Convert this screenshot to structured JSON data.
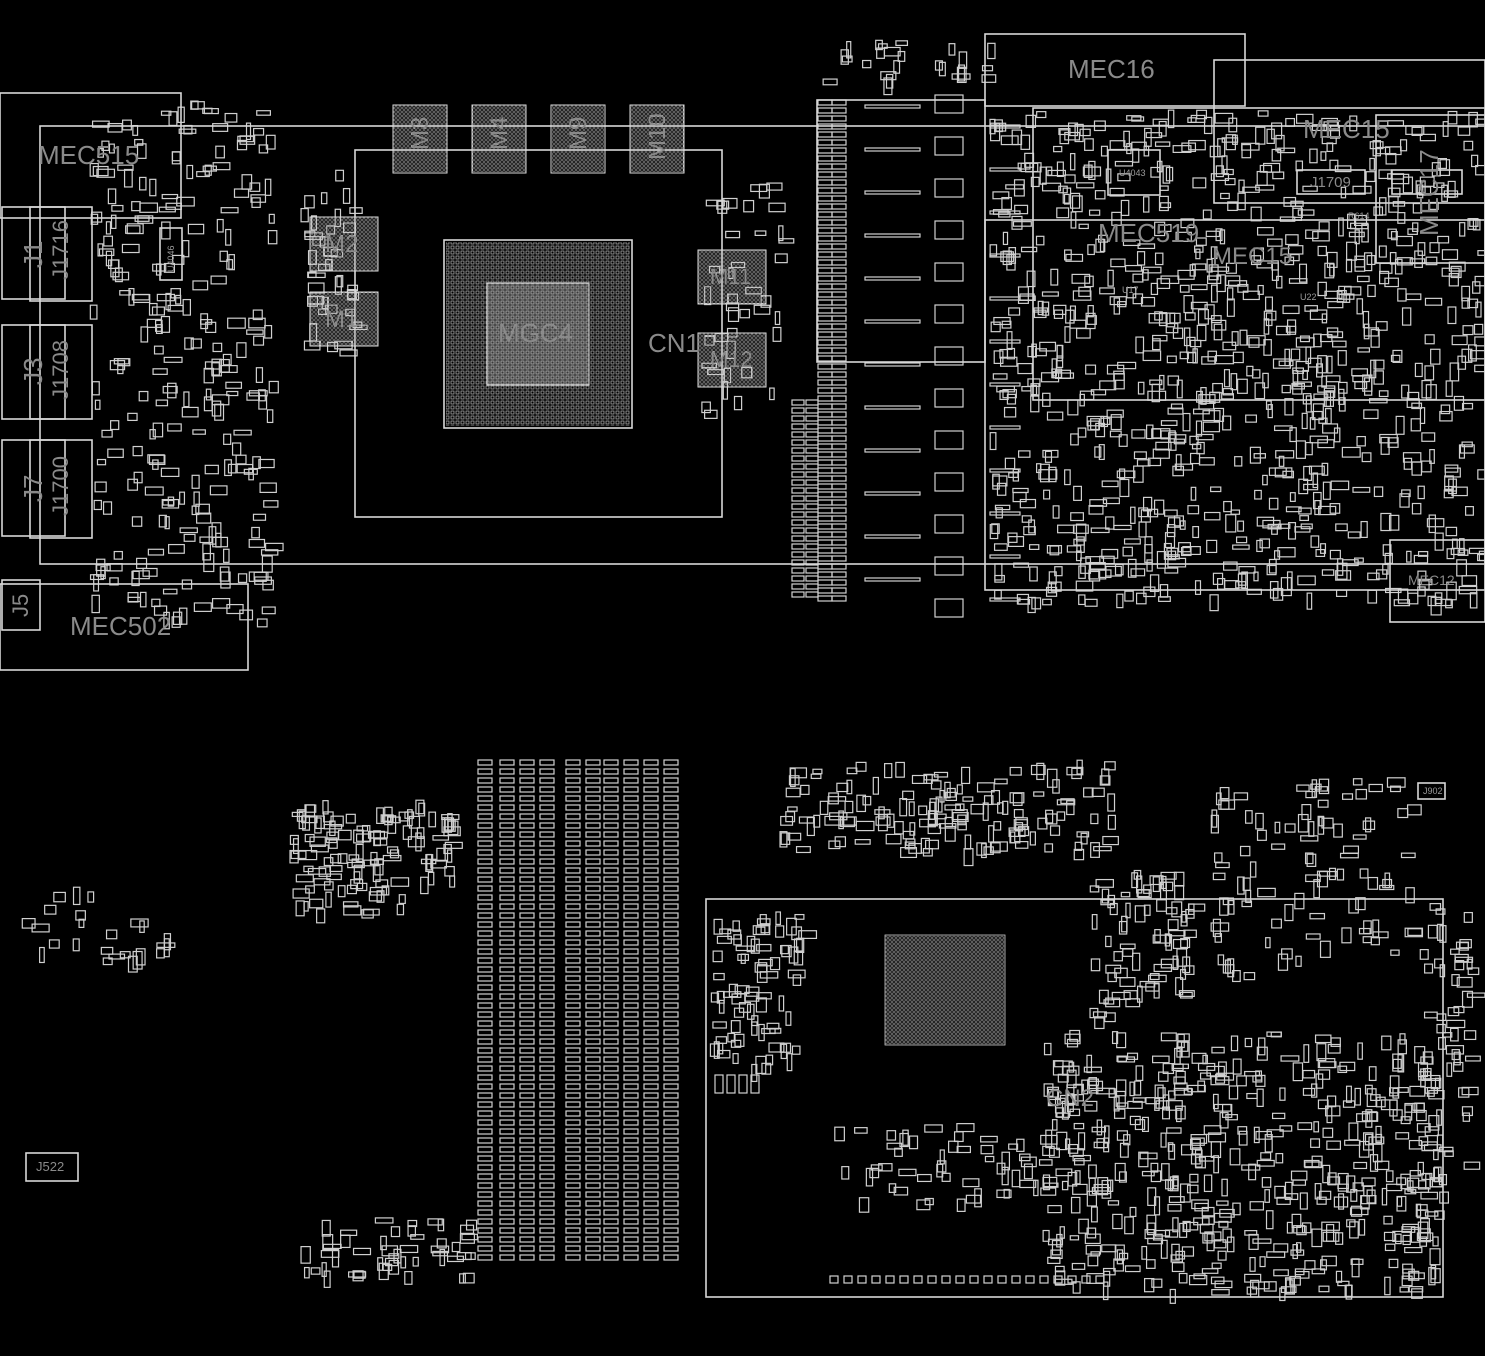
{
  "board": {
    "top_labels": {
      "mec16": "MEC16",
      "mec15_a": "MEC15",
      "mec515": "MEC515",
      "mec17": "MEC17",
      "mec519": "MEC519",
      "mec15_b": "MEC15",
      "mec12": "MEC12",
      "mec502": "MEC502",
      "j1": "J1",
      "j1716": "J1716",
      "j3": "J3",
      "j1708": "J1708",
      "j7": "J7",
      "j1700": "J1700",
      "j5": "J5",
      "m3": "M3",
      "m4": "M4",
      "m9": "M9",
      "m10": "M10",
      "m2": "M2",
      "m1": "M1",
      "m11": "M11",
      "m12": "M12",
      "mgc4": "MGC4",
      "cn1": "CN1",
      "u4043": "U4043",
      "j1709": "J1709",
      "u17": "U17",
      "u22": "U22",
      "r614": "R614",
      "u4046": "U4046"
    },
    "bottom_labels": {
      "cn2": "CN2",
      "j522": "J522",
      "j902": "J902"
    },
    "colors": {
      "background": "#000000",
      "outline": "#d8d8d8",
      "label": "#8a8a8a",
      "via": "#2aa58a"
    }
  }
}
